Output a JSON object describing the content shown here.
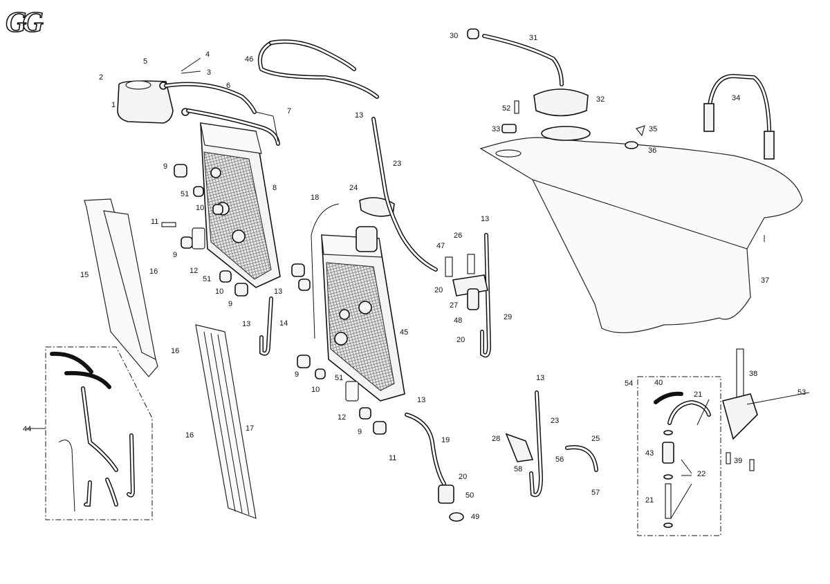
{
  "logo": {
    "text": "GG"
  },
  "callouts": [
    {
      "id": "c1",
      "text": "1"
    },
    {
      "id": "c2",
      "text": "2"
    },
    {
      "id": "c3",
      "text": "3"
    },
    {
      "id": "c4",
      "text": "4"
    },
    {
      "id": "c5",
      "text": "5"
    },
    {
      "id": "c6",
      "text": "6"
    },
    {
      "id": "c7",
      "text": "7"
    },
    {
      "id": "c8",
      "text": "8"
    },
    {
      "id": "c9a",
      "text": "9"
    },
    {
      "id": "c9b",
      "text": "9"
    },
    {
      "id": "c9c",
      "text": "9"
    },
    {
      "id": "c9d",
      "text": "9"
    },
    {
      "id": "c9e",
      "text": "9"
    },
    {
      "id": "c10a",
      "text": "10"
    },
    {
      "id": "c10b",
      "text": "10"
    },
    {
      "id": "c10c",
      "text": "10"
    },
    {
      "id": "c11a",
      "text": "11"
    },
    {
      "id": "c11b",
      "text": "11"
    },
    {
      "id": "c12a",
      "text": "12"
    },
    {
      "id": "c12b",
      "text": "12"
    },
    {
      "id": "c13a",
      "text": "13"
    },
    {
      "id": "c13b",
      "text": "13"
    },
    {
      "id": "c13c",
      "text": "13"
    },
    {
      "id": "c13d",
      "text": "13"
    },
    {
      "id": "c13e",
      "text": "13"
    },
    {
      "id": "c13f",
      "text": "13"
    },
    {
      "id": "c14",
      "text": "14"
    },
    {
      "id": "c15",
      "text": "15"
    },
    {
      "id": "c16a",
      "text": "16"
    },
    {
      "id": "c16b",
      "text": "16"
    },
    {
      "id": "c16c",
      "text": "16"
    },
    {
      "id": "c17",
      "text": "17"
    },
    {
      "id": "c18",
      "text": "18"
    },
    {
      "id": "c19",
      "text": "19"
    },
    {
      "id": "c20a",
      "text": "20"
    },
    {
      "id": "c20b",
      "text": "20"
    },
    {
      "id": "c20c",
      "text": "20"
    },
    {
      "id": "c21a",
      "text": "21"
    },
    {
      "id": "c21b",
      "text": "21"
    },
    {
      "id": "c22",
      "text": "22"
    },
    {
      "id": "c23a",
      "text": "23"
    },
    {
      "id": "c23b",
      "text": "23"
    },
    {
      "id": "c24",
      "text": "24"
    },
    {
      "id": "c25",
      "text": "25"
    },
    {
      "id": "c26",
      "text": "26"
    },
    {
      "id": "c27",
      "text": "27"
    },
    {
      "id": "c28",
      "text": "28"
    },
    {
      "id": "c29",
      "text": "29"
    },
    {
      "id": "c30",
      "text": "30"
    },
    {
      "id": "c31",
      "text": "31"
    },
    {
      "id": "c32",
      "text": "32"
    },
    {
      "id": "c33",
      "text": "33"
    },
    {
      "id": "c34",
      "text": "34"
    },
    {
      "id": "c35",
      "text": "35"
    },
    {
      "id": "c36",
      "text": "36"
    },
    {
      "id": "c37",
      "text": "37"
    },
    {
      "id": "c38",
      "text": "38"
    },
    {
      "id": "c39",
      "text": "39"
    },
    {
      "id": "c40",
      "text": "40"
    },
    {
      "id": "c43",
      "text": "43"
    },
    {
      "id": "c44",
      "text": "44"
    },
    {
      "id": "c45",
      "text": "45"
    },
    {
      "id": "c46",
      "text": "46"
    },
    {
      "id": "c47",
      "text": "47"
    },
    {
      "id": "c48",
      "text": "48"
    },
    {
      "id": "c49",
      "text": "49"
    },
    {
      "id": "c50",
      "text": "50"
    },
    {
      "id": "c51a",
      "text": "51"
    },
    {
      "id": "c51b",
      "text": "51"
    },
    {
      "id": "c51c",
      "text": "51"
    },
    {
      "id": "c52",
      "text": "52"
    },
    {
      "id": "c53",
      "text": "53"
    },
    {
      "id": "c54",
      "text": "54"
    },
    {
      "id": "c56",
      "text": "56"
    },
    {
      "id": "c57",
      "text": "57"
    },
    {
      "id": "c58",
      "text": "58"
    }
  ]
}
